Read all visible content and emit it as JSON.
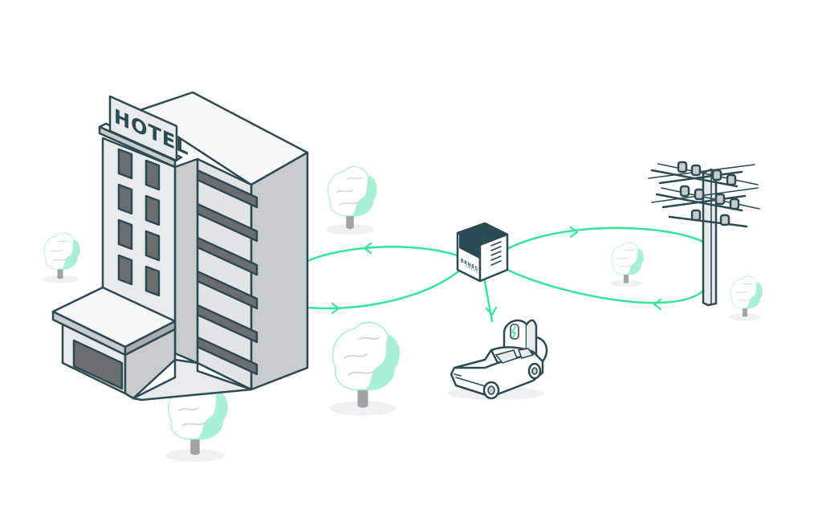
{
  "hotel": {
    "sign_text": "HOTEL"
  },
  "storage_unit": {
    "brand_text": "BRNBST",
    "brand_subtext": "ENERGY"
  },
  "colors": {
    "outline": "#2c4a52",
    "flow": "#34e59a",
    "building_face": "#e8eaeb",
    "building_side": "#c9ccce",
    "window": "#6b6e70",
    "tree_mint": "#a8f0d4"
  },
  "icons": [
    "hotel-building",
    "battery-storage-unit",
    "power-pole",
    "ev-charger",
    "car",
    "tree"
  ]
}
